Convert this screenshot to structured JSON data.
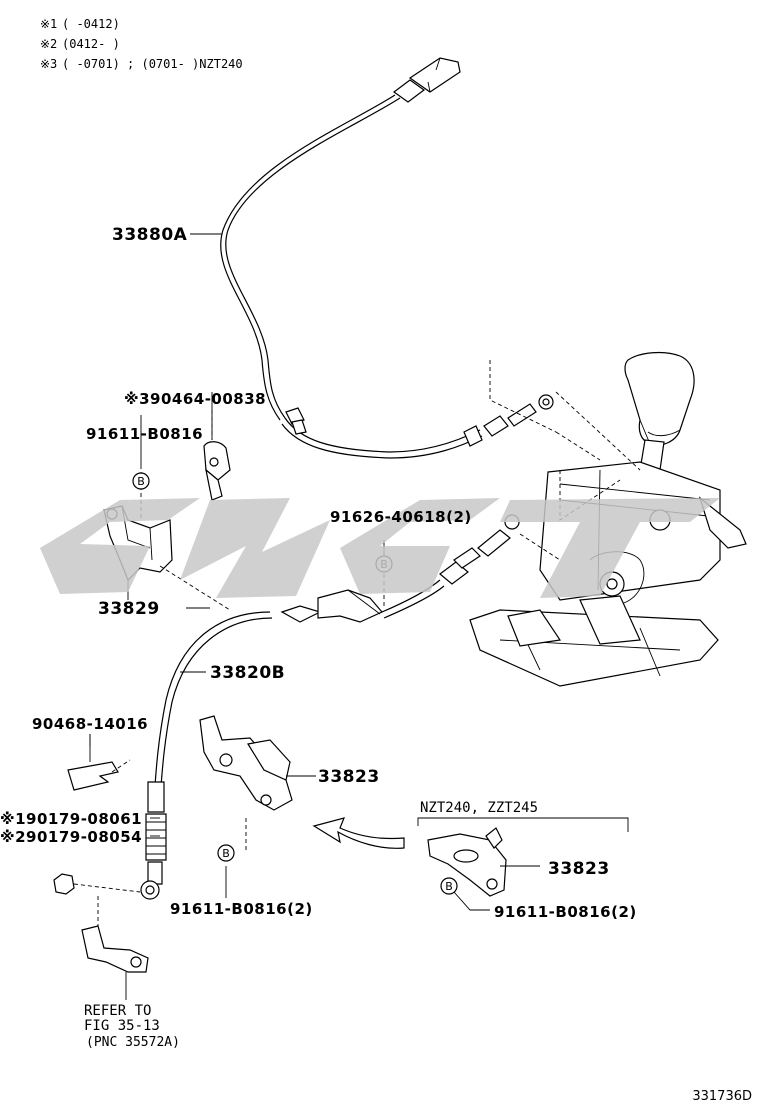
{
  "notes": [
    {
      "mark": "※1",
      "text": "(      -0412)"
    },
    {
      "mark": "※2",
      "text": "(0412-      )"
    },
    {
      "mark": "※3",
      "text": "(      -0701) ; (0701-      )NZT240"
    }
  ],
  "labels": {
    "cable_33880A": "33880A",
    "clip_90464": "※390464-00838",
    "bolt_91611_top": "91611-B0816",
    "bolt_91626": "91626-40618(2)",
    "bracket_33829": "33829",
    "cable_33820B": "33820B",
    "clip_90468": "90468-14016",
    "bracket_33823_main": "33823",
    "nut_90179_a": "※190179-08061",
    "nut_90179_b": "※290179-08054",
    "bolt_91611_main": "91611-B0816(2)",
    "variant_header": "NZT240, ZZT245",
    "bracket_33823_variant": "33823",
    "bolt_91611_variant": "91611-B0816(2)",
    "refer_line1": "REFER TO",
    "refer_line2": "FIG 35-13",
    "refer_line3": "(PNC 35572A)",
    "bubble_B": "B",
    "drawing_code": "331736D"
  }
}
